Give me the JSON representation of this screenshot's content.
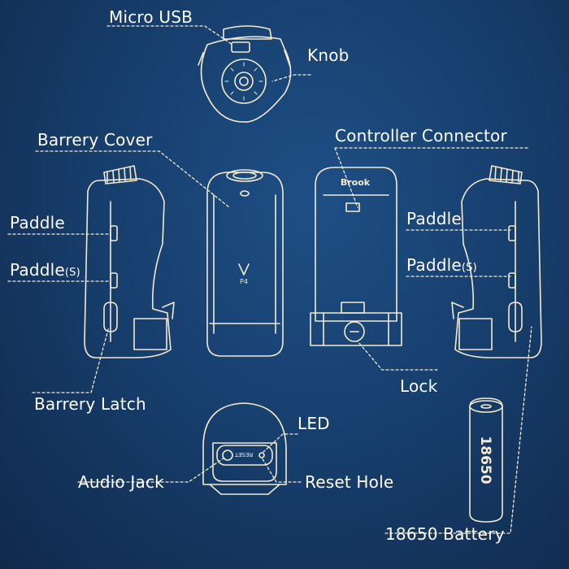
{
  "diagram": {
    "labels": {
      "micro_usb": "Micro USB",
      "knob": "Knob",
      "battery_cover": "Barrery Cover",
      "controller_connector": "Controller Connector",
      "paddle_left": "Paddle",
      "paddle_s_left": "Paddle",
      "paddle_s_left_suffix": "(S)",
      "paddle_right": "Paddle",
      "paddle_s_right": "Paddle",
      "paddle_s_right_suffix": "(S)",
      "battery_latch": "Barrery Latch",
      "lock": "Lock",
      "led": "LED",
      "audio_jack": "Audio Jack",
      "reset_hole": "Reset Hole",
      "battery_18650": "18650 Battery"
    },
    "device_markings": {
      "brand": "Brook",
      "battery_print": "18650",
      "reset_print": "RESET",
      "model_mark": "P4"
    },
    "colors": {
      "line": "#f4ead0",
      "text": "#ffffff",
      "background": "#173f6e"
    }
  }
}
